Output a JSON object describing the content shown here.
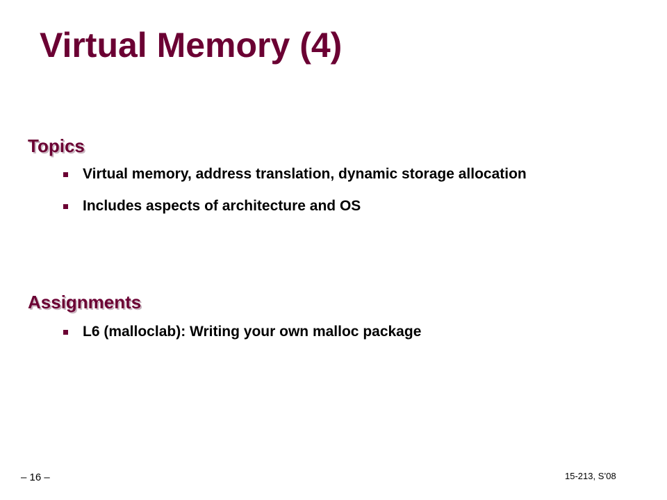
{
  "slide": {
    "title": "Virtual Memory (4)",
    "sections": [
      {
        "heading": "Topics",
        "bullets": [
          "Virtual memory, address translation, dynamic storage allocation",
          "Includes aspects of architecture and OS"
        ]
      },
      {
        "heading": "Assignments",
        "bullets": [
          "L6 (malloclab): Writing your own malloc package"
        ]
      }
    ],
    "footer": {
      "page_number": "– 16 –",
      "course": "15-213, S’08"
    }
  },
  "colors": {
    "accent": "#6b0033",
    "text": "#000000",
    "background": "#ffffff"
  },
  "icons": {
    "bullet": "square-bullet-icon"
  }
}
